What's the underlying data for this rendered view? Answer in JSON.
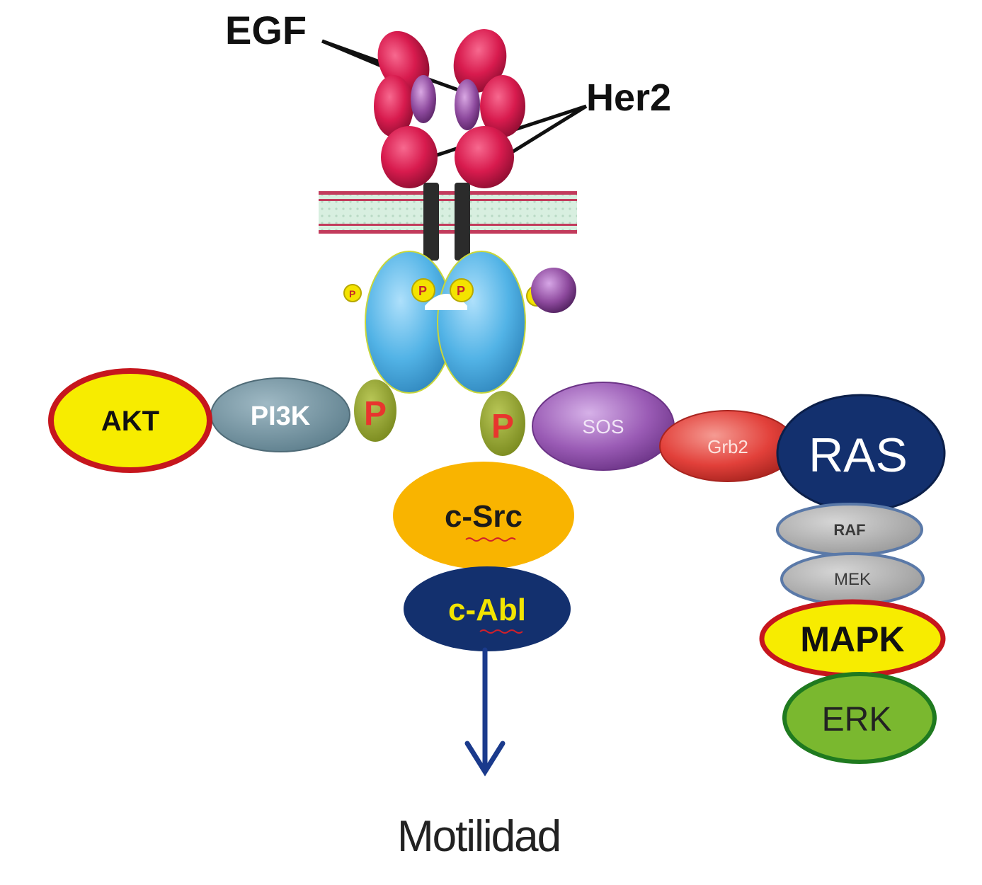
{
  "labels": {
    "egf": "EGF",
    "her2": "Her2",
    "p": "P",
    "akt": "AKT",
    "pi3k": "PI3K",
    "sos": "SOS",
    "grb2": "Grb2",
    "ras": "RAS",
    "raf": "RAF",
    "mek": "MEK",
    "mapk": "MAPK",
    "erk": "ERK",
    "csrc": "c-Src",
    "cabl": "c-Abl",
    "motilidad": "Motilidad"
  },
  "colors": {
    "receptor_red": "#d81b4e",
    "ligand_purple": "#8e4a9e",
    "membrane_green": "#cfe8d8",
    "membrane_edge": "#c23b5c",
    "kinase_blue": "#52b3e6",
    "phospho_olive": "#8b9a2a",
    "phospho_text": "#e8352e",
    "akt_fill": "#f7ec00",
    "akt_ring": "#c6161d",
    "pi3k": "#6d8f9c",
    "sos": "#9a5bb5",
    "grb2": "#e2403a",
    "ras": "#13306e",
    "raf_mek": "#a8a8a8",
    "csrc": "#f9b400",
    "cabl": "#13306e",
    "erk": "#7ab82f",
    "arrow": "#1a3a8c"
  }
}
